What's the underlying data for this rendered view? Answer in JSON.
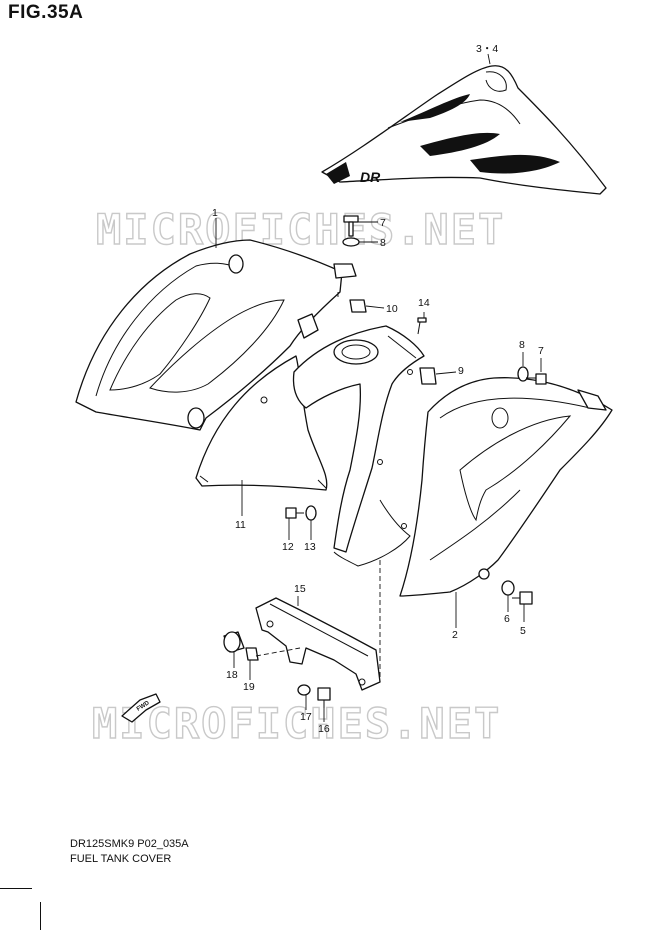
{
  "figure": {
    "title": "FIG.35A"
  },
  "watermark": "MICROFICHES.NET",
  "decal_text": "DR",
  "fwd_label": "FWD",
  "callouts": {
    "c34": "3・4",
    "c1": "1",
    "c7a": "7",
    "c8a": "8",
    "c10": "10",
    "c14": "14",
    "c9": "9",
    "c8b": "8",
    "c7b": "7",
    "c11": "11",
    "c12": "12",
    "c13": "13",
    "c2": "2",
    "c6": "6",
    "c5": "5",
    "c15": "15",
    "c18": "18",
    "c19": "19",
    "c17": "17",
    "c16": "16"
  },
  "footer": {
    "model_code": "DR125SMK9 P02_035A",
    "caption": "FUEL TANK COVER"
  }
}
